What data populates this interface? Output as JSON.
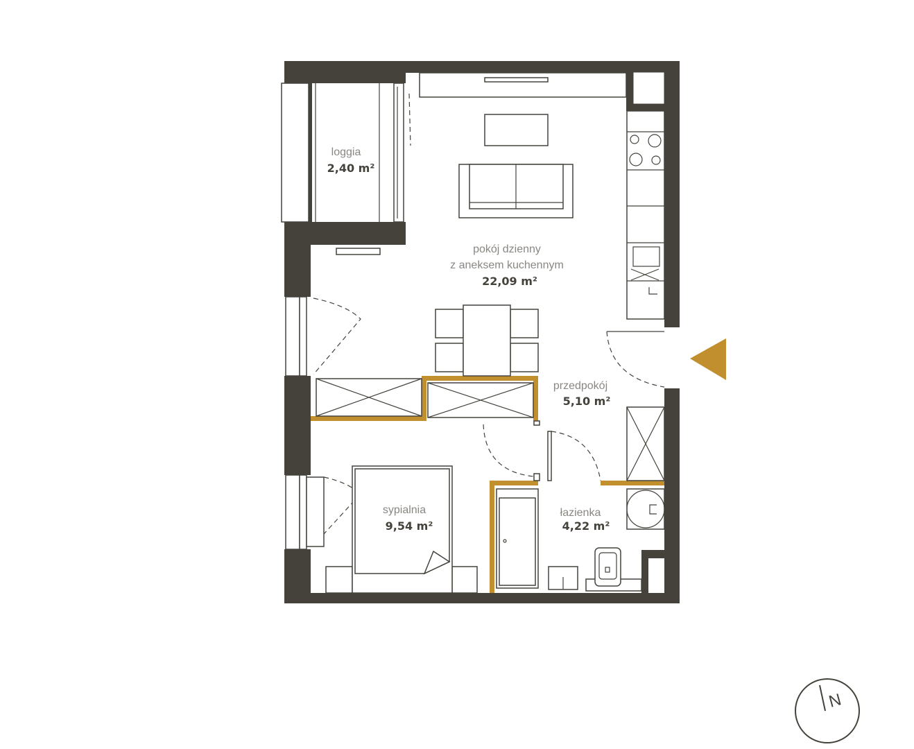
{
  "colors": {
    "wall": "#45423b",
    "accent": "#c18f2d"
  },
  "rooms": {
    "loggia": {
      "name": "loggia",
      "area": "2,40 m²"
    },
    "living": {
      "name": "pokój dzienny",
      "name2": "z aneksem kuchennym",
      "area": "22,09 m²"
    },
    "hall": {
      "name": "przedpokój",
      "area": "5,10 m²"
    },
    "bedroom": {
      "name": "sypialnia",
      "area": "9,54 m²"
    },
    "bathroom": {
      "name": "łazienka",
      "area": "4,22 m²"
    }
  },
  "entrance": {
    "icon": "entrance-arrow-icon"
  },
  "compass": {
    "icon": "north-compass-icon",
    "letter": "N"
  }
}
